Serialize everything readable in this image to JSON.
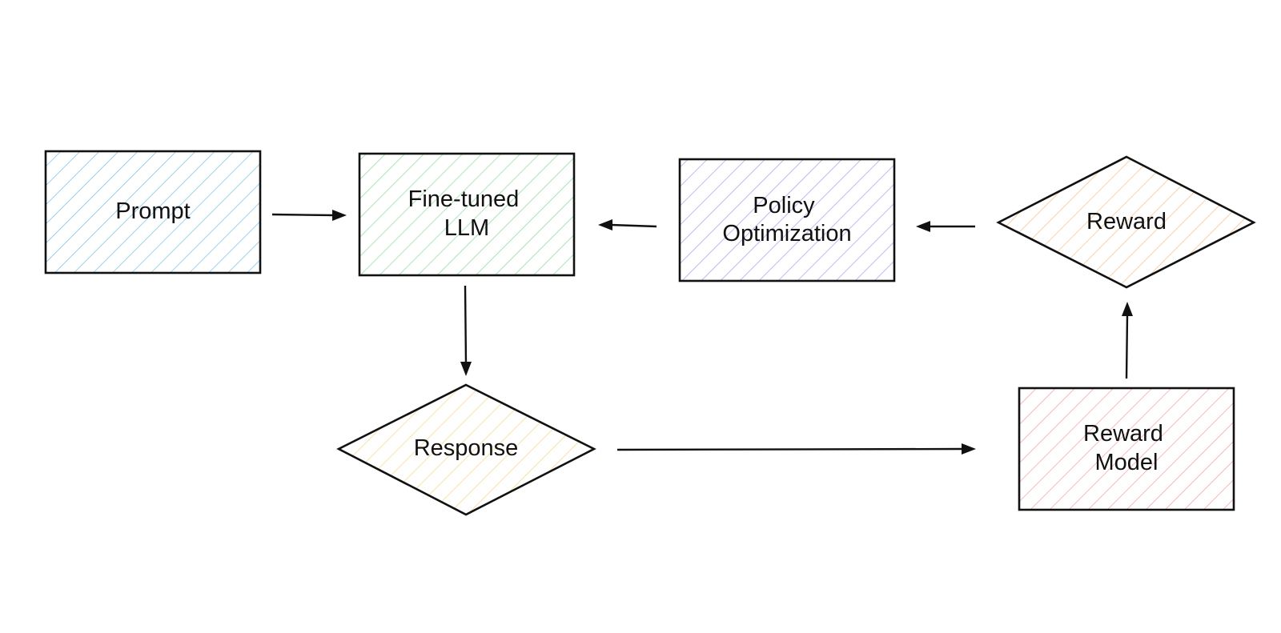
{
  "nodes": {
    "prompt": {
      "label_lines": [
        "Prompt"
      ],
      "shape": "rectangle",
      "hatch_color": "#7ec3ee"
    },
    "fine_tuned_llm": {
      "label_lines": [
        "Fine-tuned",
        "LLM"
      ],
      "shape": "rectangle",
      "hatch_color": "#8edc9e"
    },
    "policy_optimization": {
      "label_lines": [
        "Policy",
        "Optimization"
      ],
      "shape": "rectangle",
      "hatch_color": "#aaa5ec"
    },
    "reward": {
      "label_lines": [
        "Reward"
      ],
      "shape": "diamond",
      "hatch_color": "#f5c58f"
    },
    "response": {
      "label_lines": [
        "Response"
      ],
      "shape": "diamond",
      "hatch_color": "#f5da87"
    },
    "reward_model": {
      "label_lines": [
        "Reward",
        "Model"
      ],
      "shape": "rectangle",
      "hatch_color": "#f2a4a4"
    }
  },
  "edges": [
    {
      "from": "prompt",
      "to": "fine_tuned_llm"
    },
    {
      "from": "fine_tuned_llm",
      "to": "response"
    },
    {
      "from": "response",
      "to": "reward_model"
    },
    {
      "from": "reward_model",
      "to": "reward"
    },
    {
      "from": "reward",
      "to": "policy_optimization"
    },
    {
      "from": "policy_optimization",
      "to": "fine_tuned_llm"
    }
  ]
}
